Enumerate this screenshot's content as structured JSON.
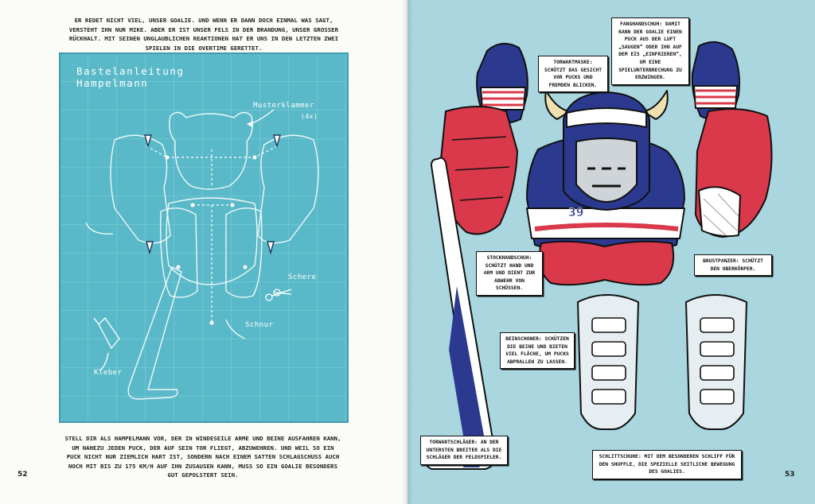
{
  "left_page": {
    "top_text": "Er redet nicht viel, unser Goalie. Und wenn er dann doch einmal was sagt, versteht ihn nur Mike. Aber er ist unser Fels in der Brandung, unser großer Rückhalt. Mit seinen unglaublichen Reaktionen hat er uns in den letzten zwei Spielen in die Overtime gerettet.",
    "blueprint": {
      "title_line1": "Bastelanleitung",
      "title_line2": "Hampelmann",
      "label_clip": "Musterklammer",
      "label_clip_count": "(4x)",
      "label_scissors": "Schere",
      "label_string": "Schnur",
      "label_glue": "Kleber"
    },
    "bottom_text": "Stell dir als Hampelmann vor, der in windeseile Arme und Beine ausfahren kann, um nahezu jeden Puck, der auf sein Tor fliegt, abzuwehren. Und weil so ein Puck nicht nur ziemlich hart ist, sondern nach einem satten Schlagschuss auch noch mit bis zu 175 km/h auf ihn zusausen kann, muss so ein Goalie besonders gut gepolstert sein.",
    "page_number": "52"
  },
  "right_page": {
    "page_number": "53",
    "jersey_number": "39",
    "labels": {
      "torwartmaske": "Torwartmaske: Schützt das Gesicht vor Pucks und fremden Blicken.",
      "fanghandschuh": "Fanghandschuh: Damit kann der Goalie einen Puck aus der Luft „saugen“ oder ihn auf dem Eis „einfrieren“, um eine Spielunterbrechung zu erzwingen.",
      "stockhandschuh": "Stockhandschuh: Schützt Hand und Arm und dient zur Abwehr von Schüssen.",
      "brustpanzer": "Brustpanzer: Schützt den Oberkörper.",
      "beinschoner": "Beinschoner: Schützen die Beine und bieten viel Fläche, um Pucks abprallen zu lassen.",
      "torwartschlaeger": "Torwartschläger: An der untersten Breiter als die Schläger der Feldspieler.",
      "schlittschuhe": "Schlittschuhe: Mit dem besonderen Schliff für den Shuffle, die spezielle seitliche Bewegung des Goalies."
    }
  },
  "colors": {
    "blueprint": "#5ab9c8",
    "page_right_bg": "#a9d6df",
    "jersey_blue": "#2b3a8f",
    "jersey_red": "#d9394a",
    "horn": "#efe0b0"
  }
}
